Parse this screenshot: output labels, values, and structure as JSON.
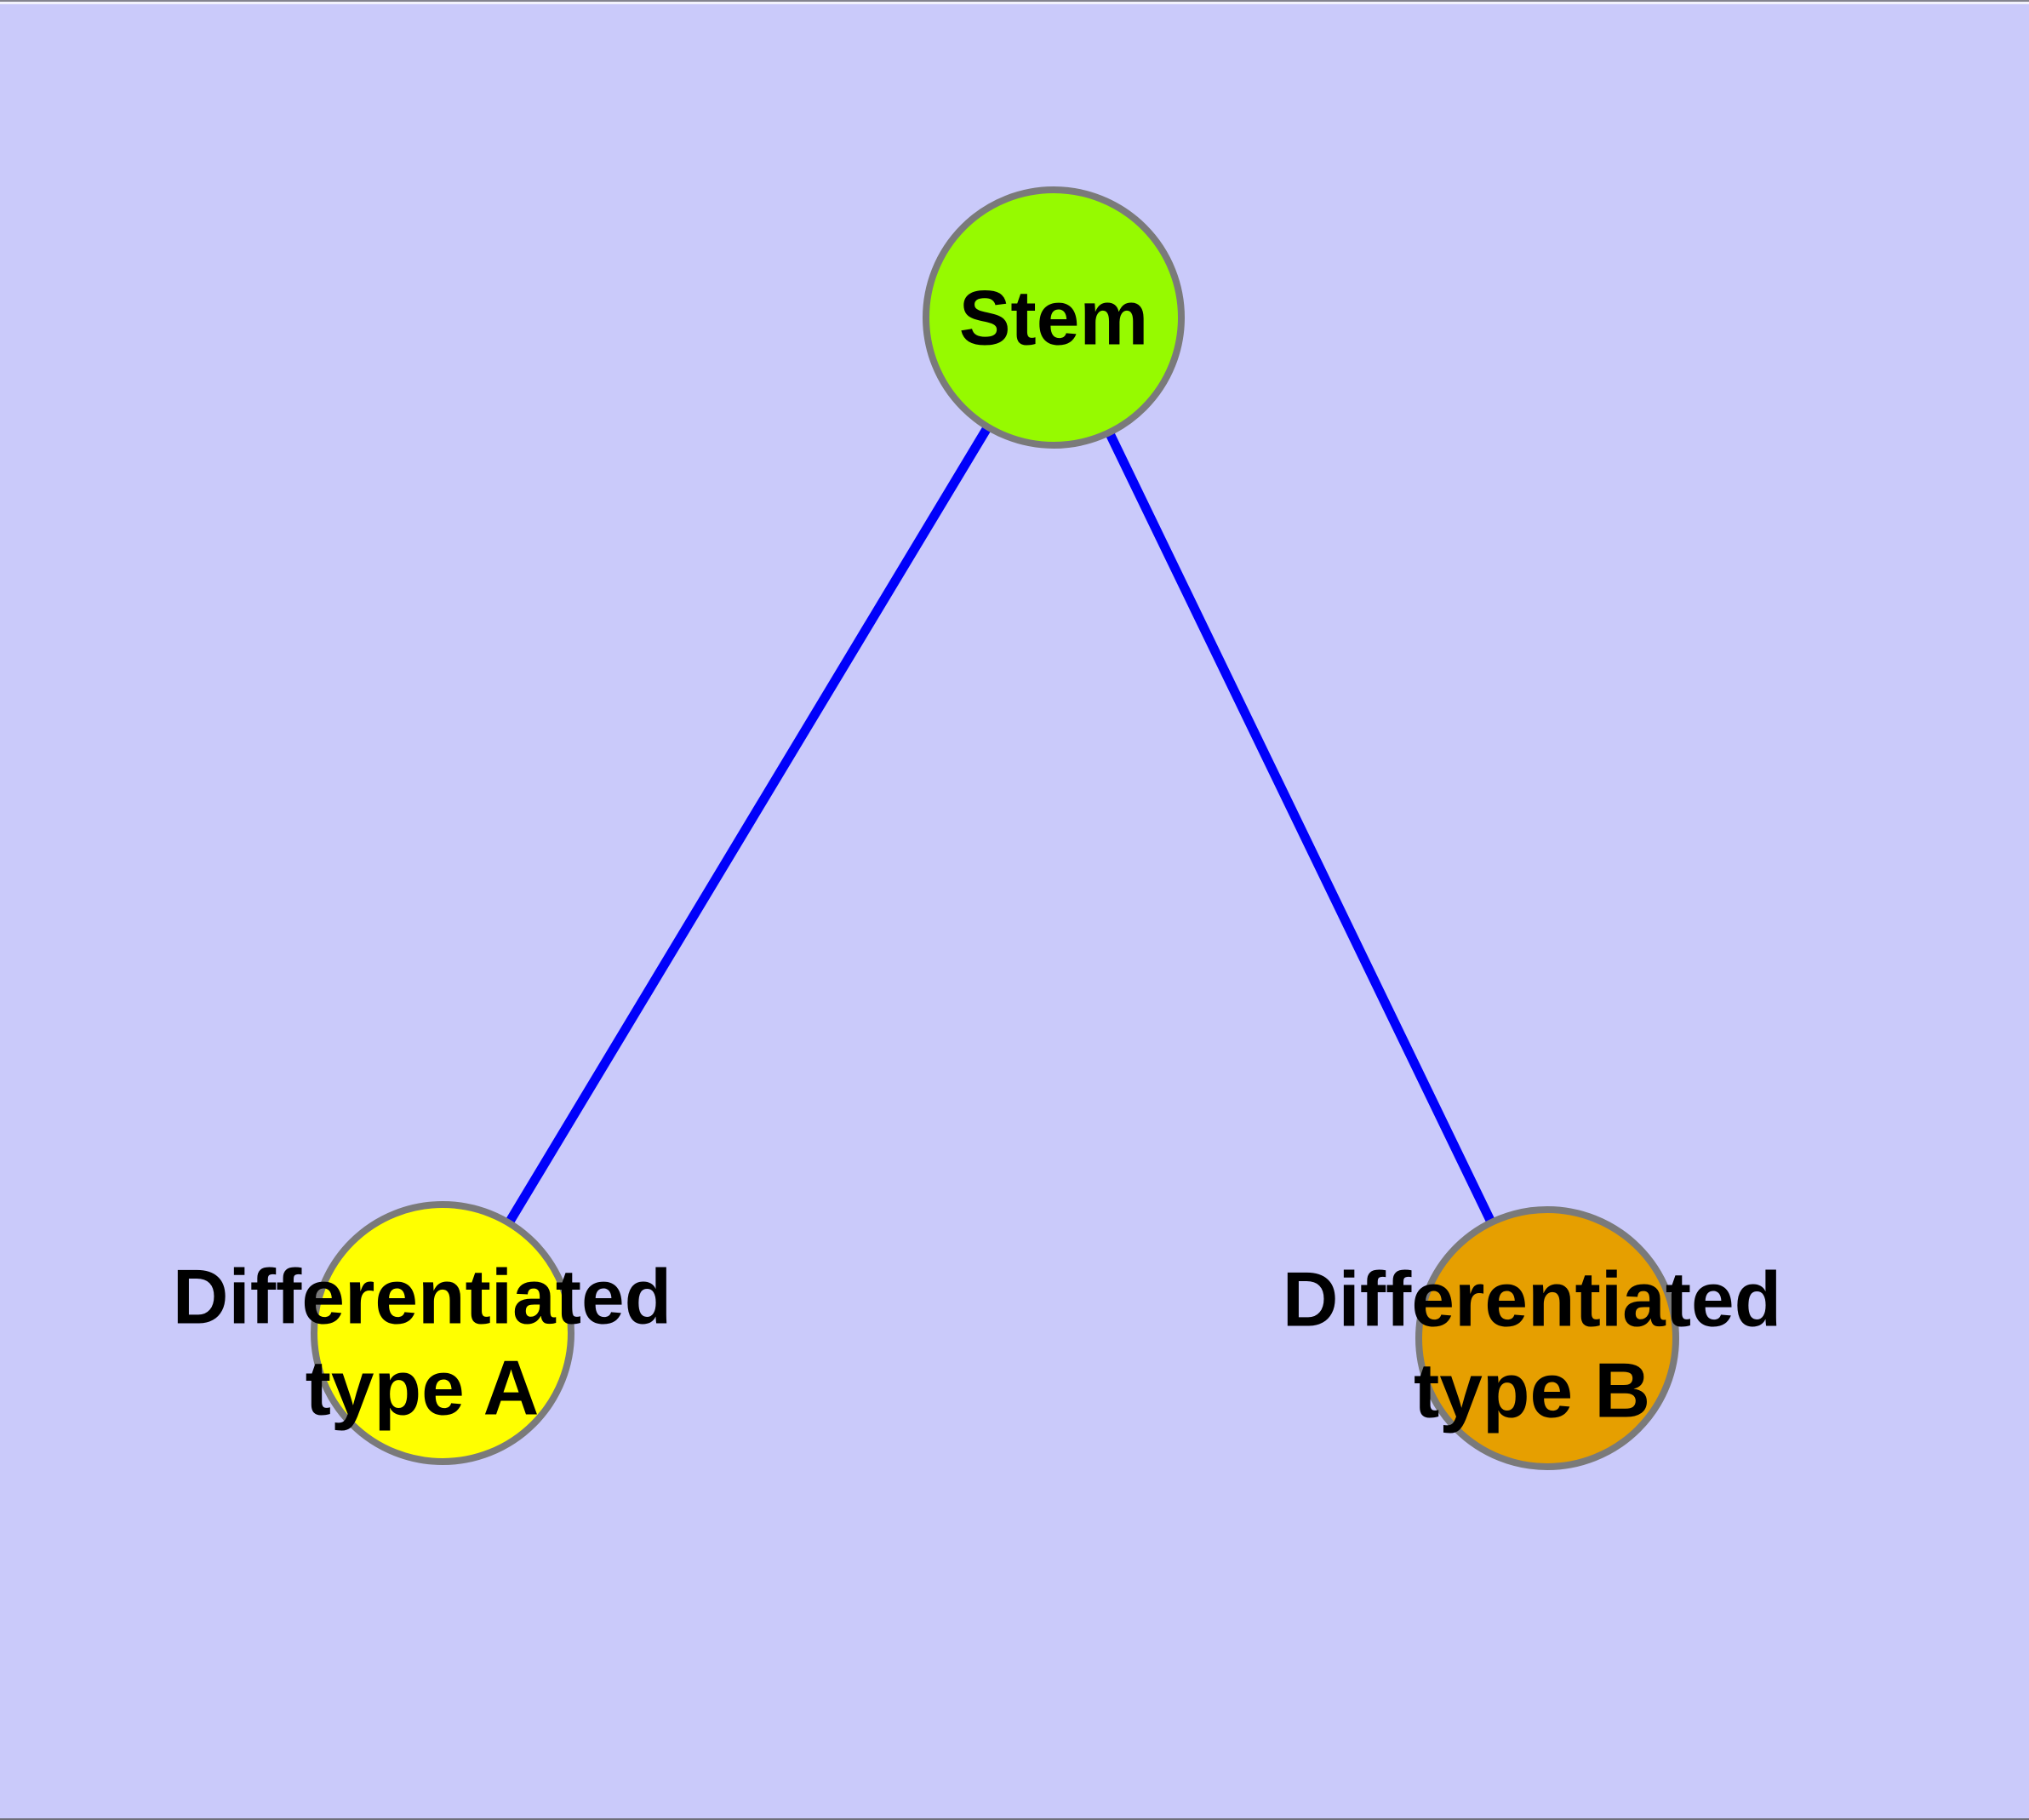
{
  "canvas": {
    "background_color": "#CACAFA",
    "edge_color": "#0000FA",
    "node_border_color": "#7A7A7A",
    "label_color": "#000000"
  },
  "graph": {
    "nodes": [
      {
        "id": "stem",
        "label_line1": "Stem",
        "label_line2": "",
        "fill": "#96FA00"
      },
      {
        "id": "type-a",
        "label_line1": "Differentiated",
        "label_line2": "type A",
        "fill": "#FFFF00"
      },
      {
        "id": "type-b",
        "label_line1": "Differentiated",
        "label_line2": "type B",
        "fill": "#E69F00"
      }
    ],
    "edges": [
      {
        "from": "stem",
        "to": "type-a"
      },
      {
        "from": "stem",
        "to": "type-b"
      }
    ]
  }
}
